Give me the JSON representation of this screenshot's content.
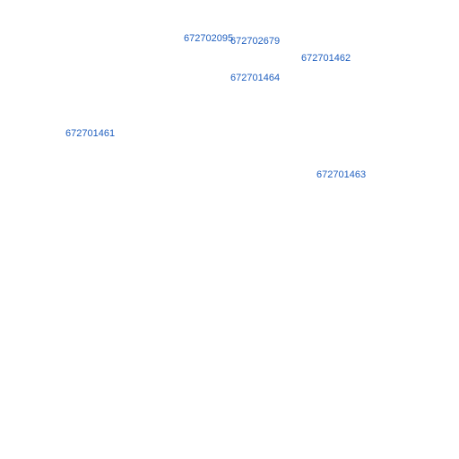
{
  "colors": {
    "label": "#1f5fbf",
    "background": "#ffffff"
  },
  "map": {
    "labels": [
      "672702095",
      "672702679",
      "672701462",
      "672701464",
      "672701461",
      "672701463"
    ]
  }
}
